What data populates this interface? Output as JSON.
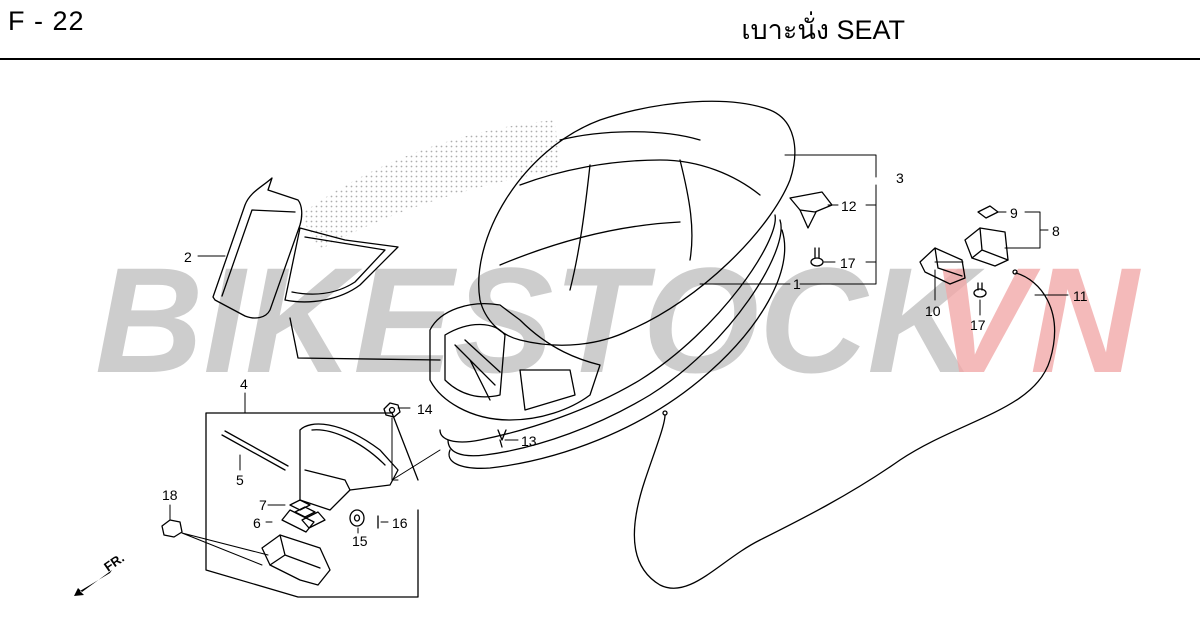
{
  "header": {
    "page_code": "F - 22",
    "title": "เบาะนั่ง  SEAT"
  },
  "watermark": {
    "text_left": "BIKESTOCK",
    "text_right": "VN",
    "color_left": "#bdbdbd",
    "color_right": "#f2aaaa"
  },
  "direction_label": "FR.",
  "callouts": {
    "c1": "1",
    "c2": "2",
    "c3": "3",
    "c4": "4",
    "c5": "5",
    "c6": "6",
    "c7": "7",
    "c8": "8",
    "c9": "9",
    "c10": "10",
    "c11": "11",
    "c12": "12",
    "c13": "13",
    "c14": "14",
    "c15": "15",
    "c16": "16",
    "c17a": "17",
    "c17b": "17",
    "c18": "18"
  }
}
